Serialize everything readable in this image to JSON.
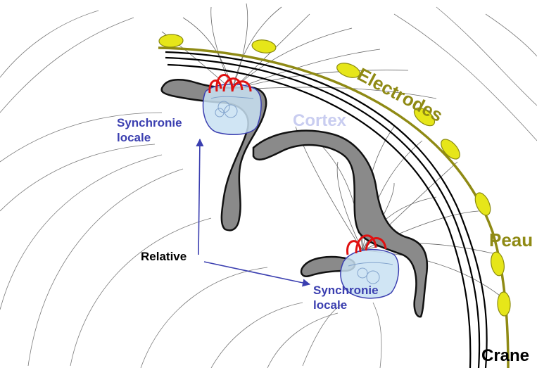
{
  "labels": {
    "electrodes": "Electrodes",
    "cortex": "Cortex",
    "peau": "Peau",
    "crane": "Crane",
    "relative": "Relative",
    "sync_top_line1": "Synchronie",
    "sync_top_line2": "locale",
    "sync_bottom_line1": "Synchronie",
    "sync_bottom_line2": "locale"
  },
  "colors": {
    "skin_line": "#8f8a14",
    "electrode_fill": "#e6e619",
    "electrode_stroke": "#8a8a10",
    "skull_lines": "#000000",
    "cortex_fill": "#8a8a8a",
    "cortex_outline": "#111111",
    "source_fill": "#c8e0f2",
    "source_stroke": "#3b3fb0",
    "dipole_loops": "#e01010",
    "arrows": "#3b3fb0",
    "field_lines": "#333333",
    "blue_text": "#3b3fb0",
    "olive_text": "#8f8a14",
    "cortex_text": "#c9cdf0"
  },
  "electrode_count": 8,
  "icons": {
    "electrode": "electrode-pad-icon",
    "dipole": "red-dipole-loops-icon",
    "source": "neural-source-blob-icon",
    "arrow": "blue-arrow-icon"
  }
}
